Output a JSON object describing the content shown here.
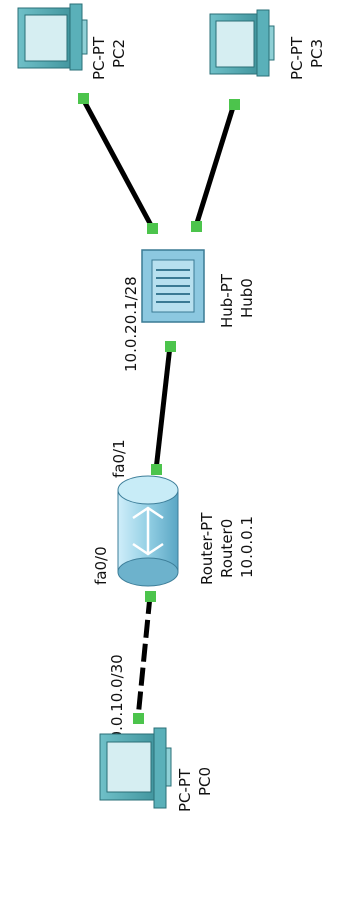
{
  "topology": {
    "pc2": {
      "type": "PC-PT",
      "name": "PC2"
    },
    "pc3": {
      "type": "PC-PT",
      "name": "PC3"
    },
    "hub0": {
      "type": "Hub-PT",
      "name": "Hub0",
      "ip": "10.0.20.1/28"
    },
    "router0": {
      "type": "Router-PT",
      "name": "Router0",
      "ip": "10.0.0.1",
      "port_top": "fa0/1",
      "port_bottom": "fa0/0"
    },
    "pc0": {
      "type": "PC-PT",
      "name": "PC0"
    },
    "link_pc0_router": {
      "network": "10.0.10.0/30",
      "style": "dashed"
    }
  },
  "colors": {
    "link": "#000000",
    "link_endpoint": "#4cc44c",
    "pc_body": "#4fa3ad",
    "pc_screen": "#d6eef2",
    "hub_body": "#8cc8e0",
    "router_body": "#9fd4e6"
  },
  "icons": {
    "pc": "pc-icon",
    "hub": "hub-icon",
    "router": "router-icon"
  }
}
